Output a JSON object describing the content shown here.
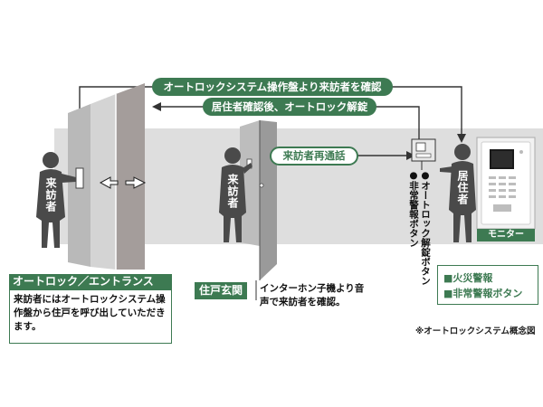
{
  "labels": {
    "top_arrow": "オートロックシステム操作盤より来訪者を確認",
    "second_arrow": "居住者確認後、オートロック解錠",
    "recall": "来訪者再通話",
    "visitor": "来訪者",
    "resident": "居住者",
    "autolock_btn": "●オートロック解錠ボタン",
    "emergency_btn": "●非常警報ボタン",
    "monitor": "モニター",
    "entrance_title": "オートロック／エントランス",
    "entrance_desc": "来訪者にはオートロックシステム操作盤から住戸を呼び出していただきます。",
    "door_title": "住戸玄関",
    "door_desc": "インターホン子機より音声で来訪者を確認。",
    "legend_fire": "■火災警報",
    "legend_emergency": "■非常警報ボタン",
    "caption": "※オートロックシステム概念図"
  },
  "colors": {
    "accent": "#3d7a52",
    "silhouette": "#4a4a4a",
    "wall": "#dcdcdc"
  }
}
